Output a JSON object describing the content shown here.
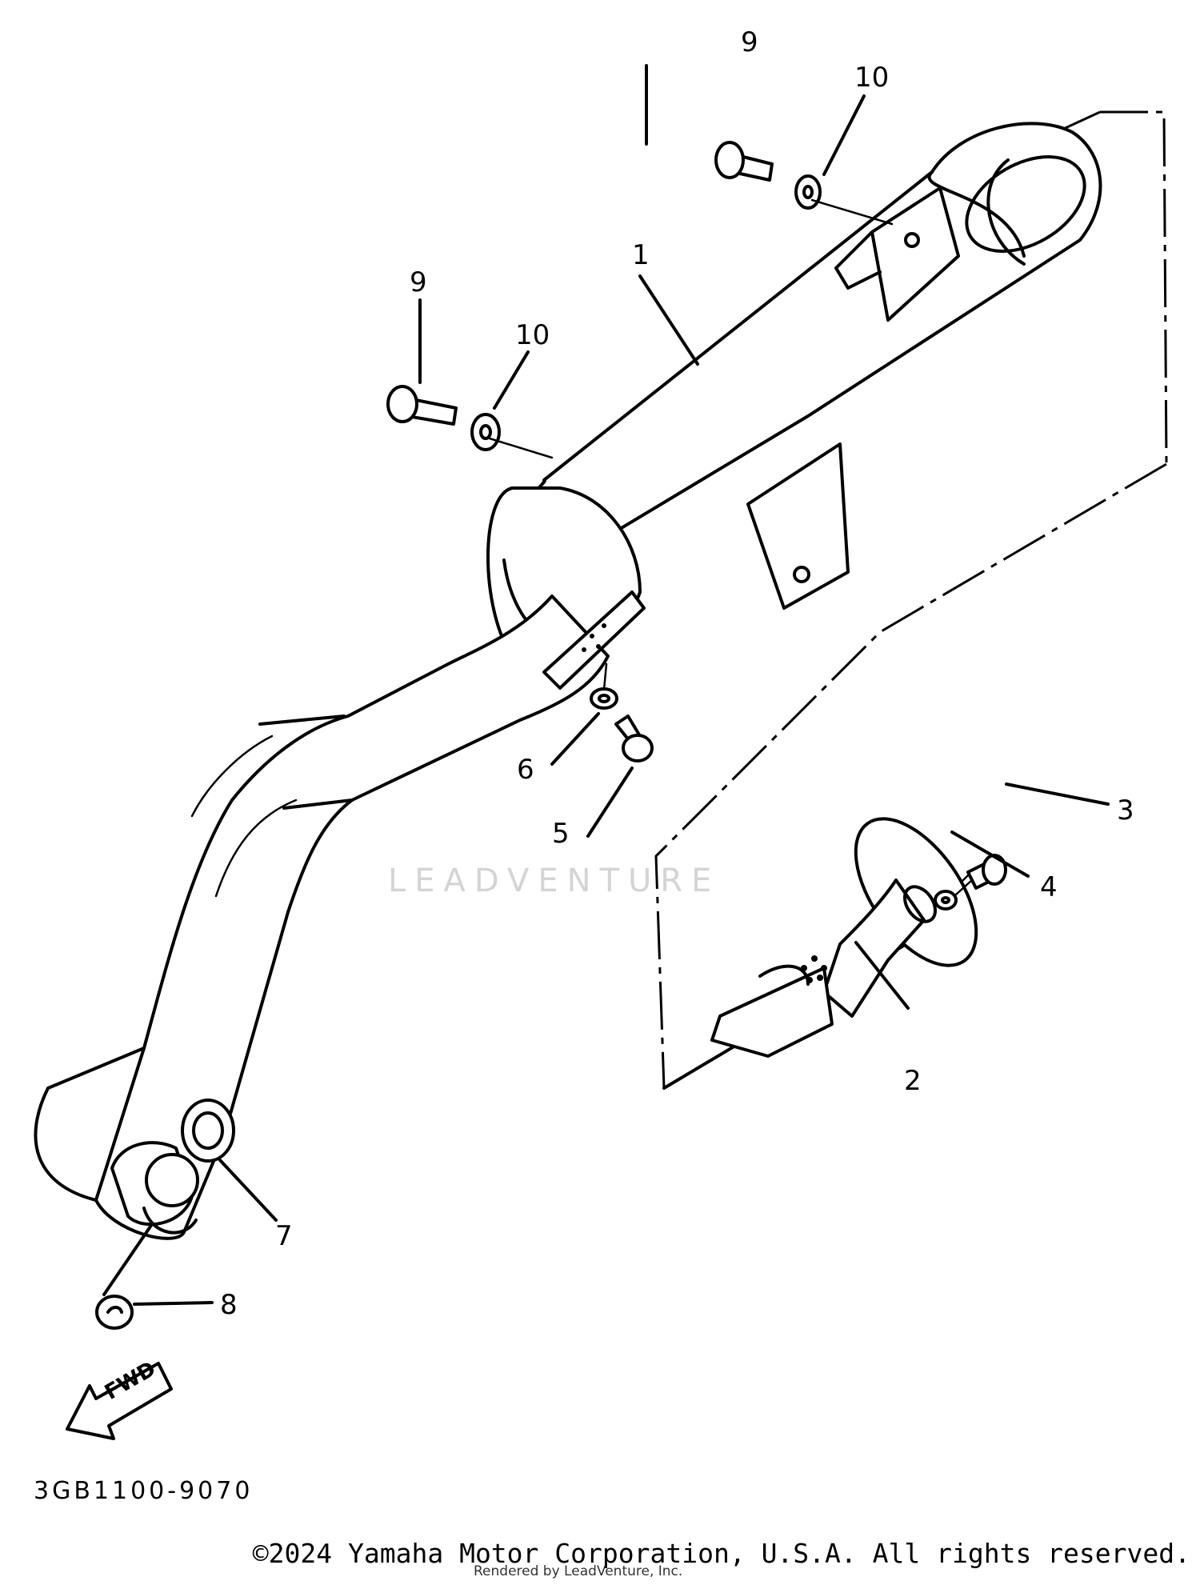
{
  "diagram": {
    "callouts": [
      "1",
      "2",
      "3",
      "4",
      "5",
      "6",
      "7",
      "8",
      "9",
      "9",
      "10",
      "10"
    ],
    "direction_arrow_label": "FWD",
    "watermark": "LEADVENTURE",
    "drawing_code": "3GB1100-9070"
  },
  "footer": {
    "copyright": "©2024 Yamaha Motor Corporation, U.S.A. All rights reserved.",
    "rendered_by": "Rendered by LeadVenture, Inc."
  }
}
